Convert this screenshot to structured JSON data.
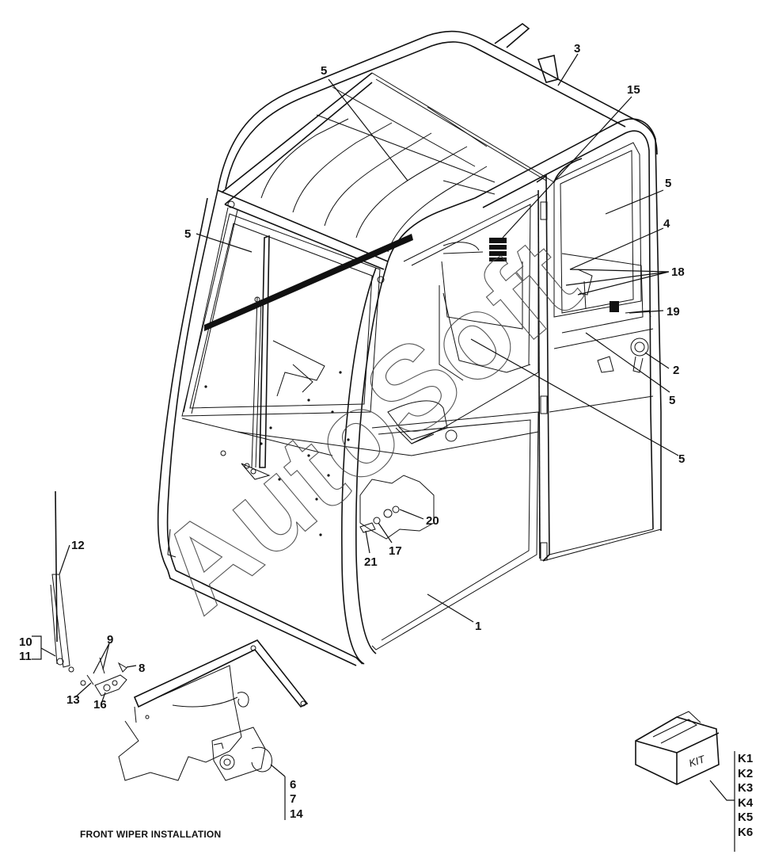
{
  "callouts": {
    "c1": "1",
    "c2": "2",
    "c3": "3",
    "c4": "4",
    "c5a": "5",
    "c5b": "5",
    "c5c": "5",
    "c5d": "5",
    "c5e": "5",
    "c6": "6",
    "c7": "7",
    "c8": "8",
    "c9": "9",
    "c10": "10",
    "c11": "11",
    "c12": "12",
    "c13": "13",
    "c14": "14",
    "c15": "15",
    "c16": "16",
    "c17": "17",
    "c18": "18",
    "c19": "19",
    "c20": "20",
    "c21": "21"
  },
  "caption": "FRONT WIPER INSTALLATION",
  "kit": {
    "box_label": "KIT",
    "codes": [
      "K1",
      "K2",
      "K3",
      "K4",
      "K5",
      "K6"
    ]
  },
  "watermark": "AutoSoft",
  "colors": {
    "line": "#111111",
    "background": "#ffffff"
  }
}
